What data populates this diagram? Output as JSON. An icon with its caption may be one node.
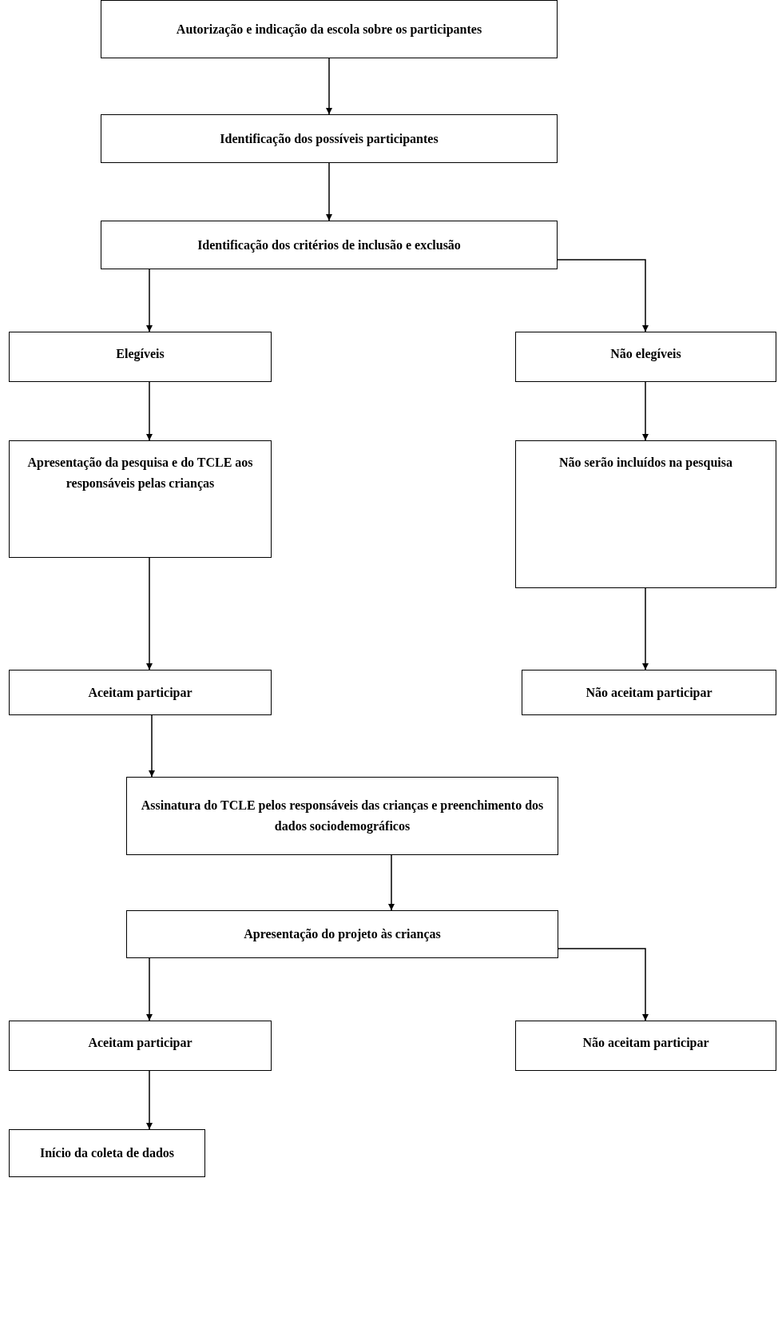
{
  "diagram": {
    "nodes": [
      {
        "text": [
          "Autorização e indicação da escola sobre os participantes"
        ]
      },
      {
        "text": [
          "Identificação dos possíveis participantes"
        ]
      },
      {
        "text": [
          "Identificação dos critérios de inclusão e exclusão"
        ]
      },
      {
        "text": [
          "Elegíveis"
        ]
      },
      {
        "text": [
          "Não elegíveis"
        ]
      },
      {
        "text": [
          "Apresentação da pesquisa e do TCLE aos responsáveis pelas crianças"
        ]
      },
      {
        "text": [
          "Não serão incluídos na pesquisa"
        ]
      },
      {
        "text": [
          "Aceitam participar"
        ]
      },
      {
        "text": [
          "Não aceitam participar"
        ]
      },
      {
        "text": [
          "Assinatura do TCLE pelos responsáveis das crianças e preenchimento dos dados sociodemográficos"
        ]
      },
      {
        "text": [
          "Apresentação do projeto às crianças"
        ]
      },
      {
        "text": [
          "Aceitam participar"
        ]
      },
      {
        "text": [
          "Não aceitam participar"
        ]
      },
      {
        "text": [
          "Início da coleta de dados"
        ]
      }
    ],
    "edges": [
      {
        "from": 0,
        "to": 1,
        "arrow": "to"
      },
      {
        "from": 1,
        "to": 2,
        "arrow": "to"
      },
      {
        "from": 2,
        "to": 3,
        "arrow": "to"
      },
      {
        "from": 2,
        "to": 4,
        "arrow": "to"
      },
      {
        "from": 3,
        "to": 5,
        "arrow": "to"
      },
      {
        "from": 4,
        "to": 6,
        "arrow": "to"
      },
      {
        "from": 5,
        "to": 7,
        "arrow": "to"
      },
      {
        "from": 6,
        "to": 8,
        "arrow": "to"
      },
      {
        "from": 7,
        "to": 9,
        "arrow": "to"
      },
      {
        "from": 9,
        "to": 10,
        "arrow": "to"
      },
      {
        "from": 10,
        "to": 11,
        "arrow": "to"
      },
      {
        "from": 10,
        "to": 12,
        "arrow": "to"
      },
      {
        "from": 11,
        "to": 13,
        "arrow": "to"
      }
    ]
  }
}
